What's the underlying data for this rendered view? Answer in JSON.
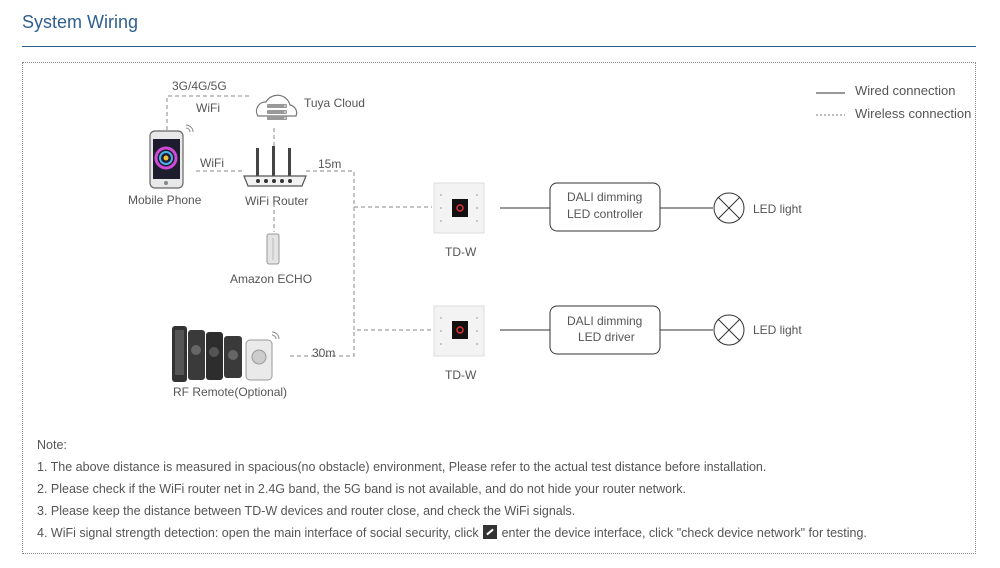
{
  "header": {
    "title": "System Wiring"
  },
  "legend": {
    "wired": "Wired connection",
    "wireless": "Wireless connection"
  },
  "nodes": {
    "network": "3G/4G/5G",
    "wifi_top": "WiFi",
    "wifi_mid": "WiFi",
    "cloud": "Tuya Cloud",
    "phone": "Mobile Phone",
    "router": "WiFi Router",
    "echo": "Amazon ECHO",
    "dist_15": "15m",
    "dist_30": "30m",
    "remote": "RF Remote(Optional)",
    "tdw_1": "TD-W",
    "tdw_2": "TD-W",
    "controller_line1": "DALI dimming",
    "controller_line2": "LED controller",
    "driver_line1": "DALI dimming",
    "driver_line2": "LED driver",
    "led_1": "LED light",
    "led_2": "LED light"
  },
  "notes": {
    "heading": "Note:",
    "items": [
      "1. The above distance is measured in spacious(no obstacle) environment, Please refer to the actual test distance before installation.",
      "2. Please check if the WiFi router net in 2.4G band, the 5G band is not available, and do not hide your router network.",
      "3. Please keep the distance between TD-W devices and router close, and check the WiFi signals."
    ],
    "item4_before": "4. WiFi signal strength detection: open the main interface of social security, click",
    "item4_after": "enter the device interface, click \"check device network\" for testing.",
    "item4_icon": "edit-icon"
  }
}
